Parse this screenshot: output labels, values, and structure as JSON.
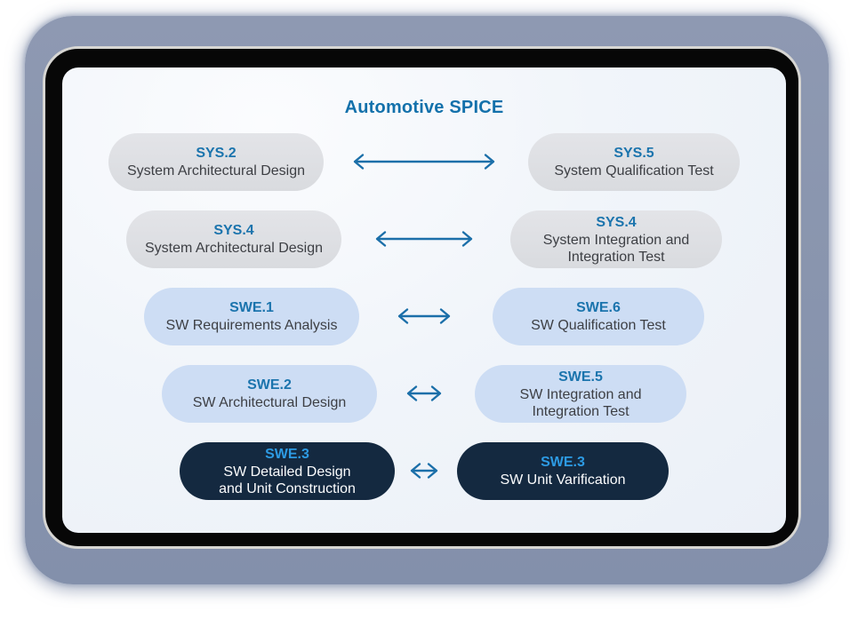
{
  "title": "Automotive SPICE",
  "rows": [
    {
      "variant": "gray",
      "left": {
        "code": "SYS.2",
        "name": "System Architectural Design"
      },
      "right": {
        "code": "SYS.5",
        "name": "System Qualification Test"
      }
    },
    {
      "variant": "gray",
      "left": {
        "code": "SYS.4",
        "name": "System Architectural Design"
      },
      "right": {
        "code": "SYS.4",
        "name": "System Integration and\nIntegration Test"
      }
    },
    {
      "variant": "blue",
      "left": {
        "code": "SWE.1",
        "name": "SW Requirements Analysis"
      },
      "right": {
        "code": "SWE.6",
        "name": "SW Qualification Test"
      }
    },
    {
      "variant": "blue",
      "left": {
        "code": "SWE.2",
        "name": "SW Architectural Design"
      },
      "right": {
        "code": "SWE.5",
        "name": "SW Integration and\nIntegration Test"
      }
    },
    {
      "variant": "navy",
      "left": {
        "code": "SWE.3",
        "name": "SW Detailed  Design\nand Unit Construction"
      },
      "right": {
        "code": "SWE.3",
        "name": "SW Unit Varification"
      }
    }
  ],
  "colors": {
    "title": "#1371ab",
    "code_light": "#1b74ad",
    "code_navy": "#2d9be4",
    "text_dark": "#3d3f44",
    "arrow": "#1b6fa9",
    "pill_gray": "#d9dbdf",
    "pill_blue": "#cdddf4",
    "pill_navy": "#142940",
    "frame": "#8995ae",
    "frame_light": "#8e99b2",
    "silver": "#d7d6d3",
    "bezel": "#070707",
    "screen": "#ebf0f7"
  }
}
